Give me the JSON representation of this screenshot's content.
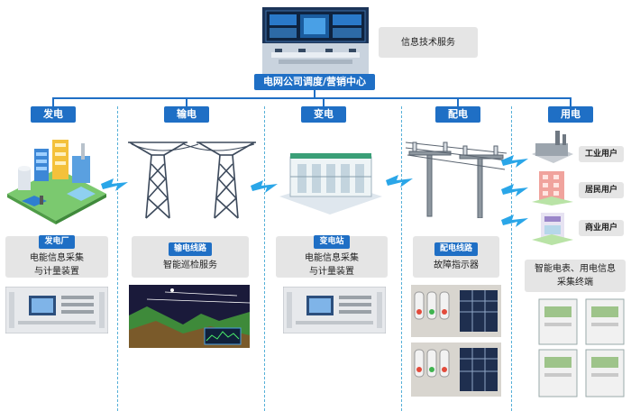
{
  "top": {
    "center_title": "电网公司调度/营销中心",
    "service_label": "信息技术服务"
  },
  "sectors": [
    {
      "title": "发电",
      "sub_tag": "发电厂",
      "desc_line1": "电能信息采集",
      "desc_line2": "与计量装置"
    },
    {
      "title": "输电",
      "sub_tag": "输电线路",
      "desc_line1": "智能巡检服务",
      "desc_line2": ""
    },
    {
      "title": "变电",
      "sub_tag": "变电站",
      "desc_line1": "电能信息采集",
      "desc_line2": "与计量装置"
    },
    {
      "title": "配电",
      "sub_tag": "配电线路",
      "desc_line1": "故障指示器",
      "desc_line2": ""
    },
    {
      "title": "用电",
      "sub_tag": "",
      "desc_line1": "智能电表、用电信息",
      "desc_line2": "采集终端"
    }
  ],
  "users": [
    "工业用户",
    "居民用户",
    "商业用户"
  ],
  "colors": {
    "accent": "#1f6fc5",
    "divider": "#56b0d8",
    "lightning": "#2aa6e8",
    "panel": "#e5e5e5"
  }
}
